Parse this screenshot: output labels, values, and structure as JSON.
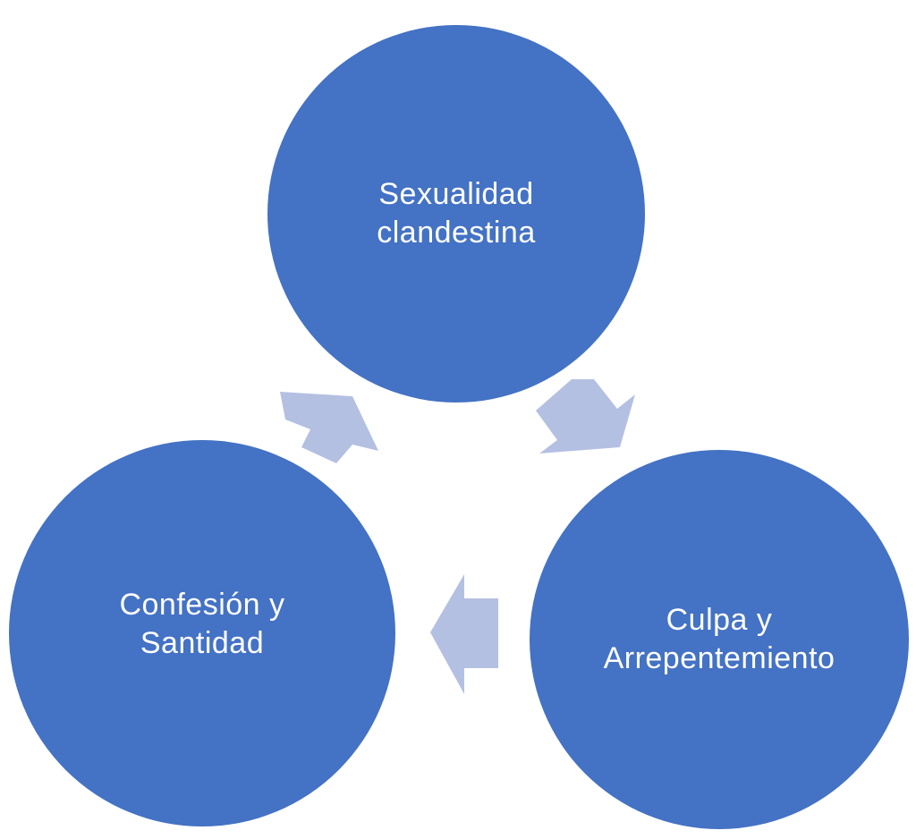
{
  "colors": {
    "node_fill": "#4472C4",
    "arrow_fill": "#B4C0E2",
    "text": "#FFFFFF",
    "background": "#FFFFFF"
  },
  "nodes": [
    {
      "line1": "Sexualidad",
      "line2": "clandestina"
    },
    {
      "line1": "Culpa y",
      "line2": "Arrepentemiento"
    },
    {
      "line1": "Confesión y",
      "line2": "Santidad"
    }
  ]
}
